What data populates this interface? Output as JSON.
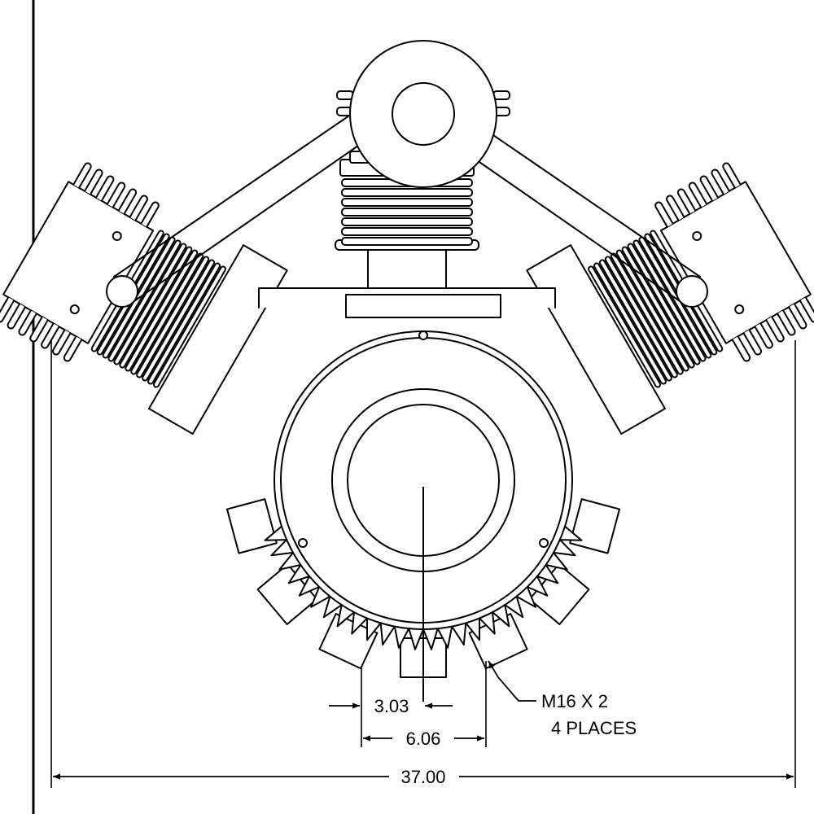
{
  "drawing": {
    "dimensions": {
      "overall_width": "37.00",
      "bolt_spacing": "6.06",
      "half_spacing": "3.03"
    },
    "callout": {
      "line1": "M16 X 2",
      "line2": "4 PLACES"
    }
  }
}
